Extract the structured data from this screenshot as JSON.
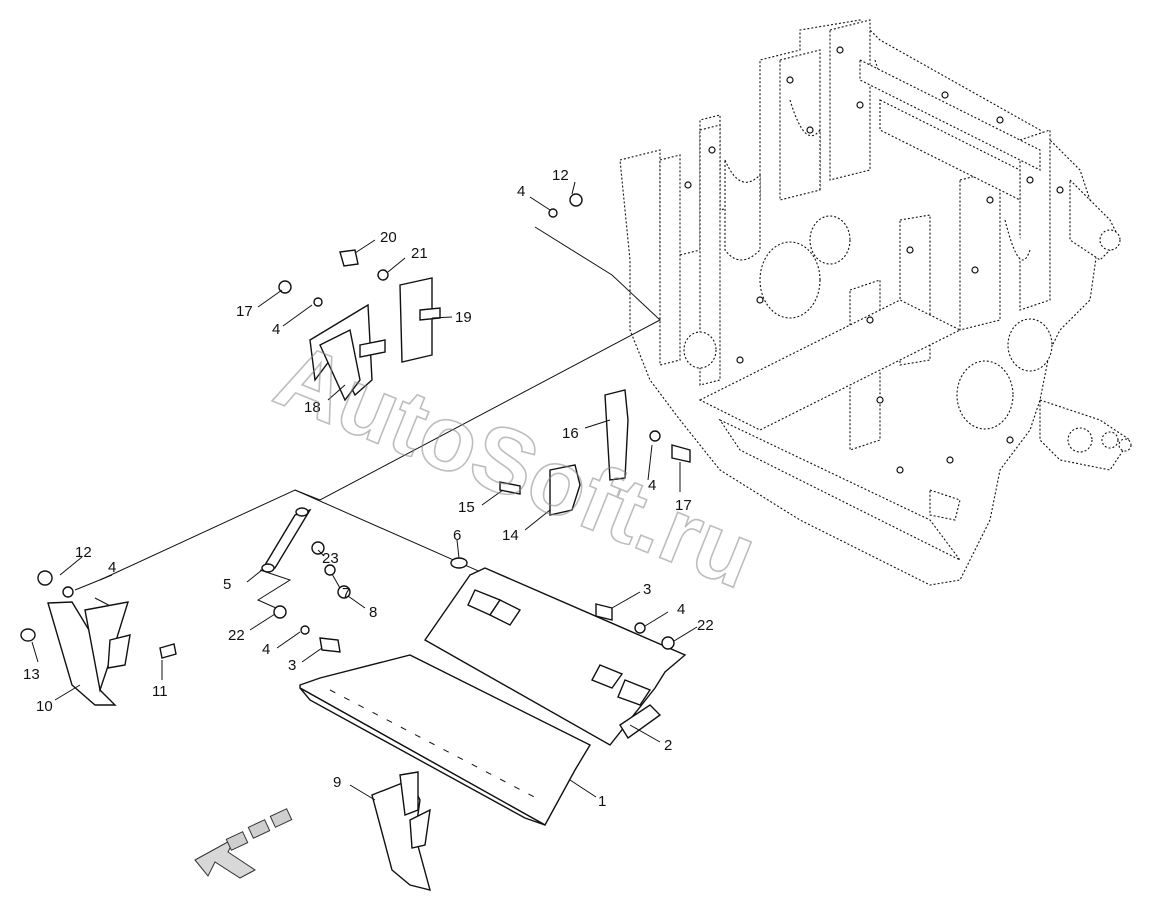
{
  "watermark": "AutoSoft.ru",
  "callouts": [
    {
      "id": "c1",
      "label": "1"
    },
    {
      "id": "c2",
      "label": "2"
    },
    {
      "id": "c3a",
      "label": "3"
    },
    {
      "id": "c3b",
      "label": "3"
    },
    {
      "id": "c4a",
      "label": "4"
    },
    {
      "id": "c4b",
      "label": "4"
    },
    {
      "id": "c4c",
      "label": "4"
    },
    {
      "id": "c4d",
      "label": "4"
    },
    {
      "id": "c4e",
      "label": "4"
    },
    {
      "id": "c4f",
      "label": "4"
    },
    {
      "id": "c5",
      "label": "5"
    },
    {
      "id": "c6",
      "label": "6"
    },
    {
      "id": "c7",
      "label": "7"
    },
    {
      "id": "c8",
      "label": "8"
    },
    {
      "id": "c9",
      "label": "9"
    },
    {
      "id": "c10",
      "label": "10"
    },
    {
      "id": "c11",
      "label": "11"
    },
    {
      "id": "c12a",
      "label": "12"
    },
    {
      "id": "c12b",
      "label": "12"
    },
    {
      "id": "c13",
      "label": "13"
    },
    {
      "id": "c14",
      "label": "14"
    },
    {
      "id": "c15",
      "label": "15"
    },
    {
      "id": "c16",
      "label": "16"
    },
    {
      "id": "c17a",
      "label": "17"
    },
    {
      "id": "c17b",
      "label": "17"
    },
    {
      "id": "c18",
      "label": "18"
    },
    {
      "id": "c19",
      "label": "19"
    },
    {
      "id": "c20",
      "label": "20"
    },
    {
      "id": "c21",
      "label": "21"
    },
    {
      "id": "c22a",
      "label": "22"
    },
    {
      "id": "c22b",
      "label": "22"
    },
    {
      "id": "c23",
      "label": "23"
    }
  ]
}
